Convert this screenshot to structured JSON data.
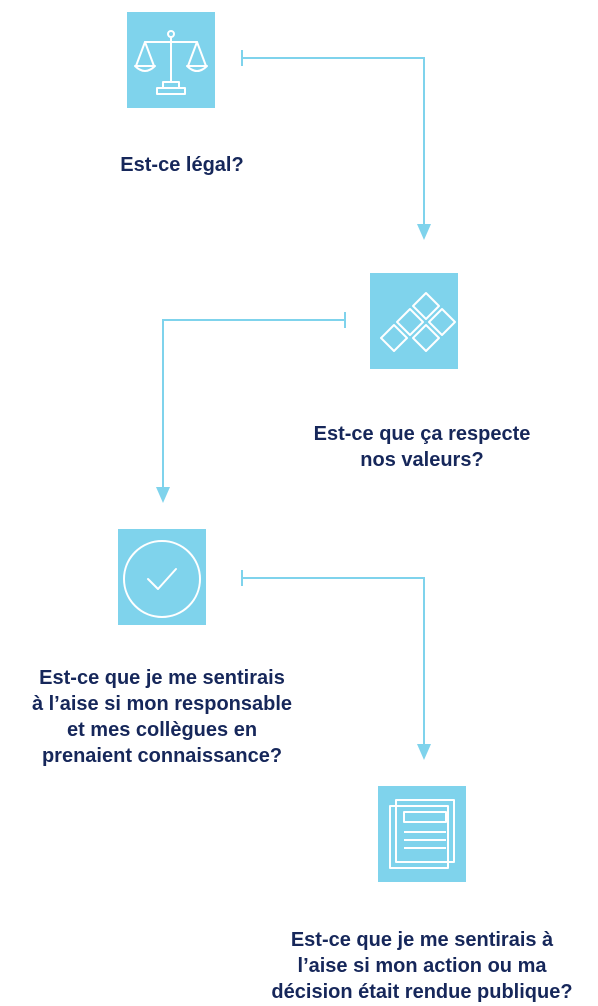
{
  "steps": [
    {
      "icon": "balance-scale-icon",
      "lines": [
        "Est-ce légal?"
      ]
    },
    {
      "icon": "diamond-grid-icon",
      "lines": [
        "Est-ce que ça respecte",
        "nos valeurs?"
      ]
    },
    {
      "icon": "check-circle-icon",
      "lines": [
        "Est-ce que je me sentirais",
        "à l’aise si mon responsable",
        "et mes collègues en",
        "prenaient connaissance?"
      ]
    },
    {
      "icon": "newspaper-icon",
      "lines": [
        "Est-ce que je me sentirais à",
        "l’aise si mon action ou ma",
        "décision était rendue publique?"
      ]
    }
  ],
  "colors": {
    "tile": "#7fd3ec",
    "text": "#16275a",
    "connector": "#7fd3ec"
  }
}
